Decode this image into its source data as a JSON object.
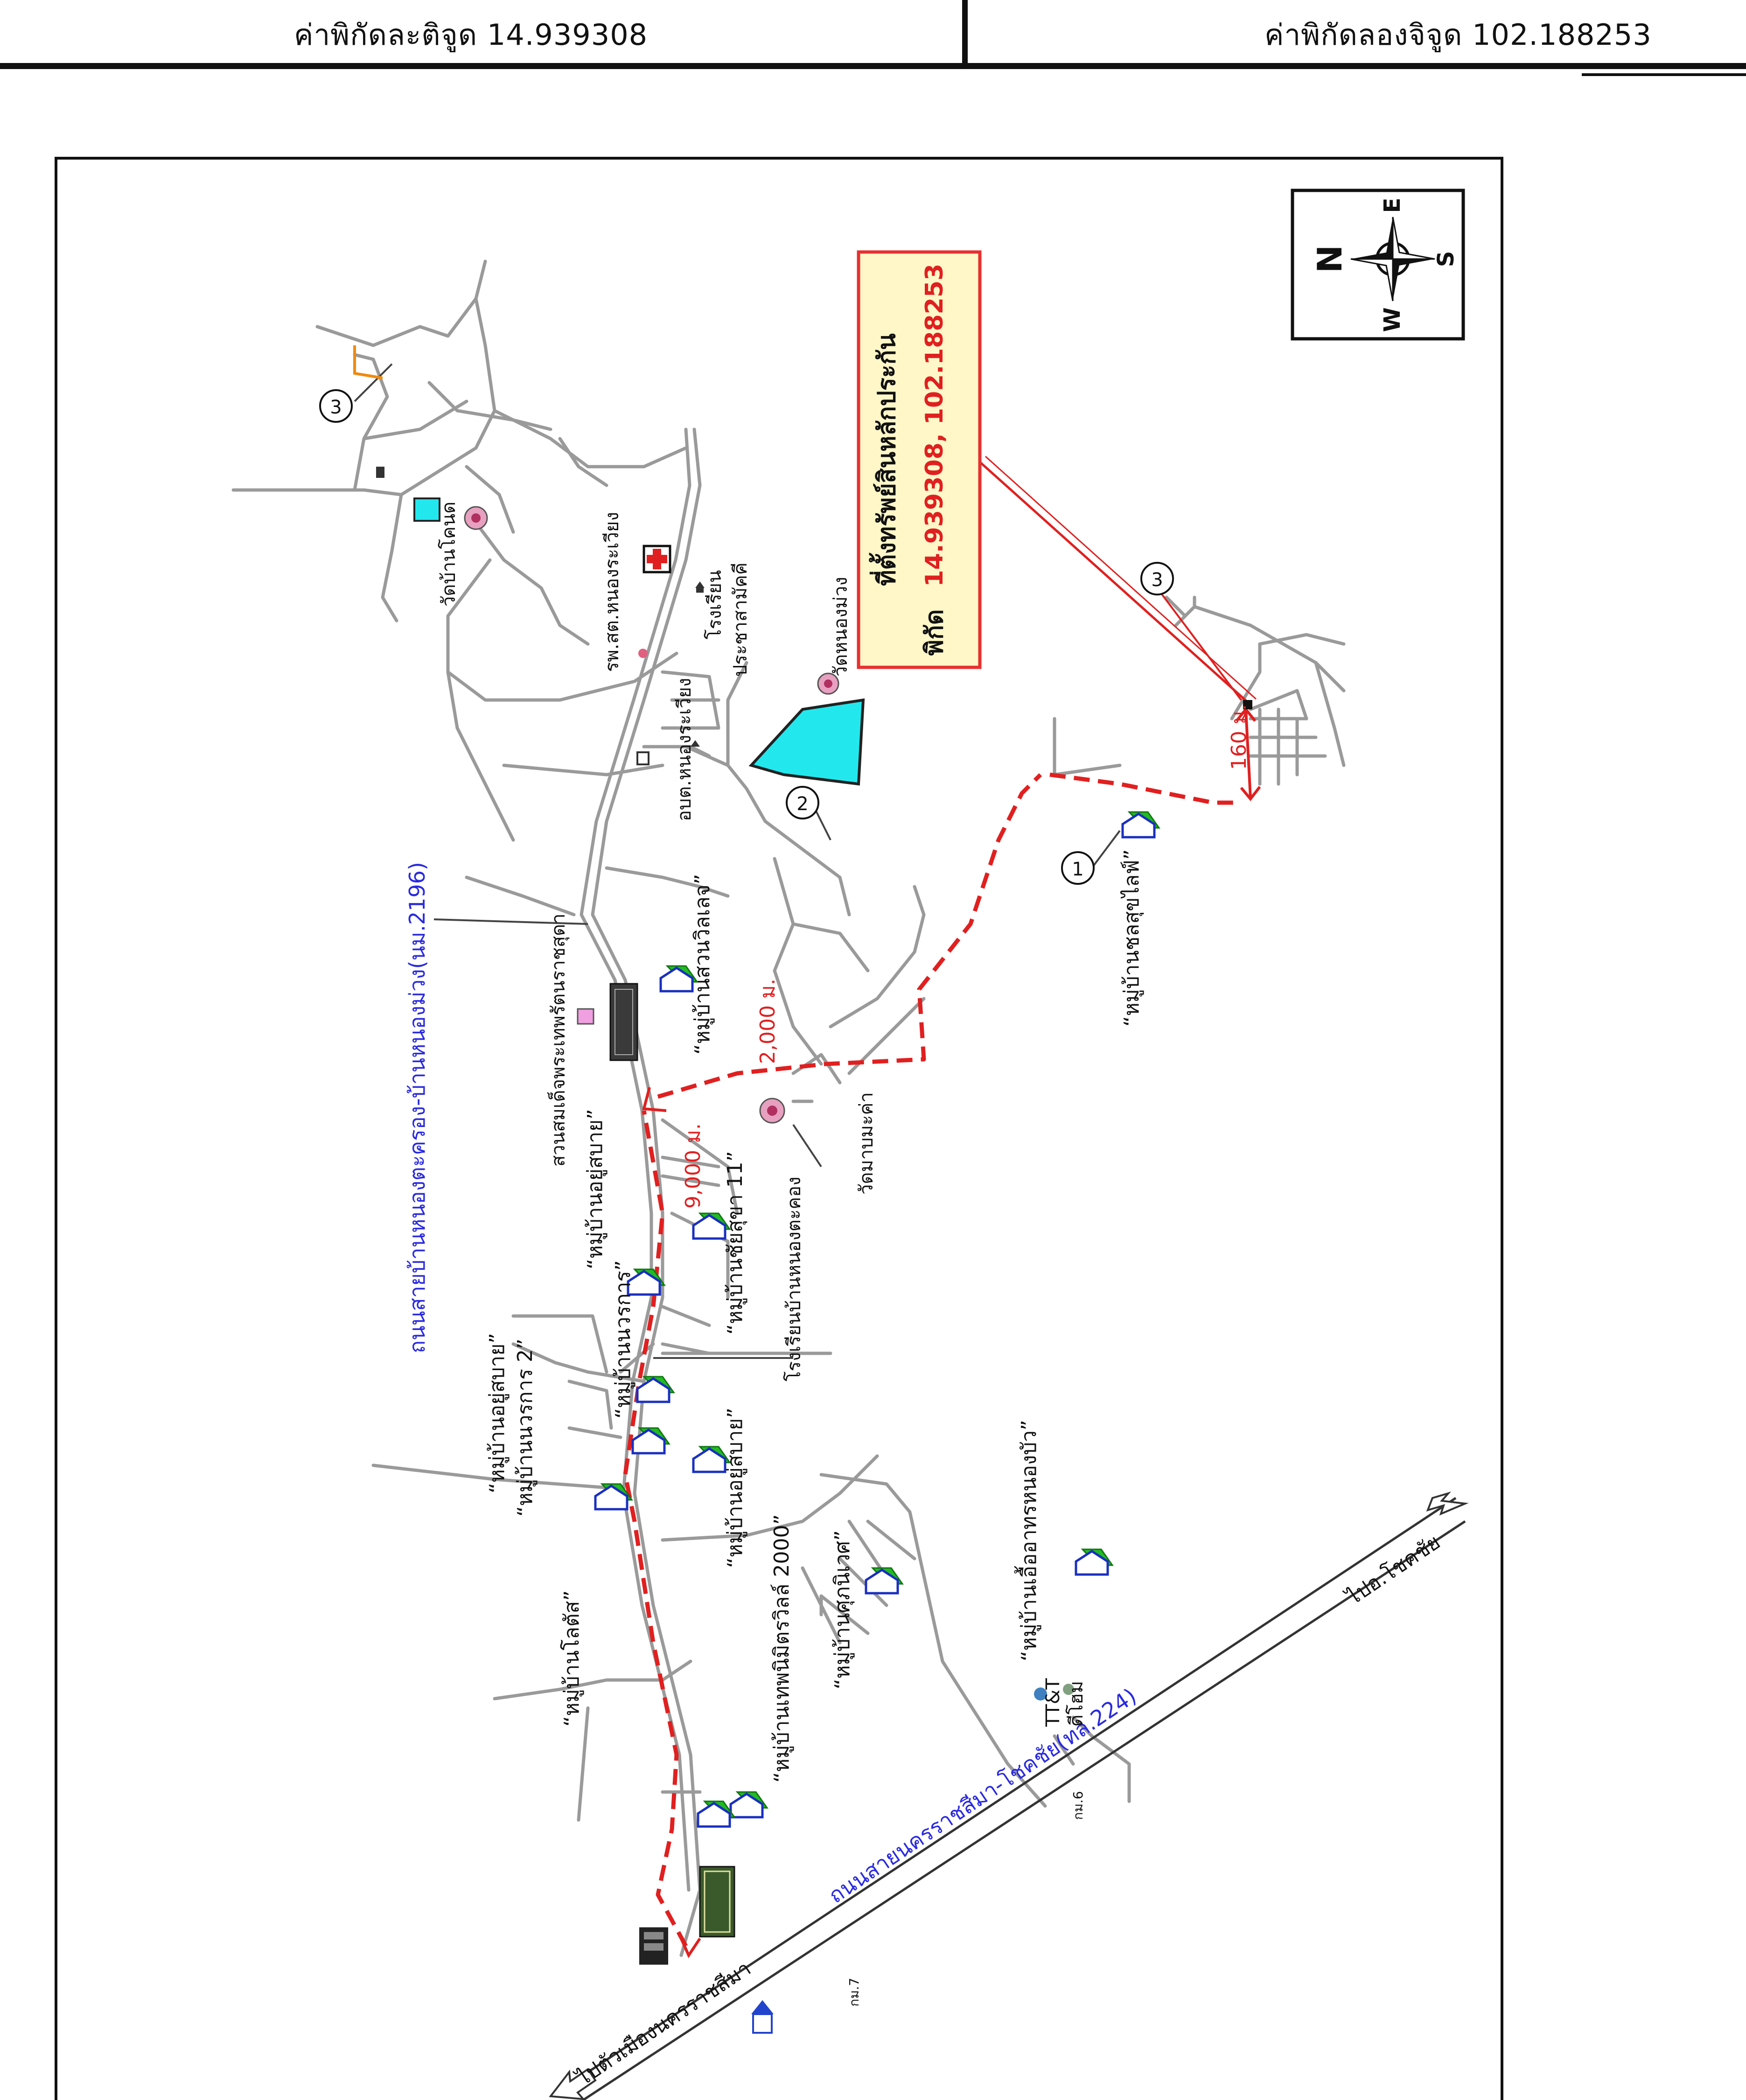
{
  "header": {
    "latitude_label": "ค่าพิกัดละติจูด 14.939308",
    "longitude_label": "ค่าพิกัดลองจิจูด 102.188253"
  },
  "compass": {
    "n": "N",
    "e": "E",
    "s": "S",
    "w": "W"
  },
  "location_box": {
    "title": "ที่ตั้งทรัพย์สินหลักประกัน",
    "coords_label": "พิกัด",
    "coords": "14.939308, 102.188253"
  },
  "distances": {
    "d9000": "9,000 ม.",
    "d2000": "2,000 ม.",
    "d160": "160 ม."
  },
  "markers": {
    "m1": "1",
    "m2": "2",
    "m3": "3"
  },
  "roads": {
    "road2196": "ถนนสายบ้านหนองตะครอง-บ้านหนองม่วง(นม.2196)",
    "road224": "ถนนสายนครราชสีมา-โชคชัย(ทล.224)",
    "to_city": "ไปตัวเมืองนครราชสีมา",
    "to_chokchai": "ไปอ.โชคชัย"
  },
  "places": {
    "wat_ban_khonot": "วัดบ้านโคนด",
    "rph_nongrawiang": "รพ.สต.หนองระเวียง",
    "rongrian": "โรงเรียน",
    "prachasamakkhi": "ประชาสามัคคี",
    "wat_nongmuang": "วัดหนองม่วง",
    "obt_nongrawiang": "อบต.หนองระเวียง",
    "suan_somdet": "สวนสมเด็จพระเทพรัตนราชสุดา",
    "wat_maha": "วัดมาบมะค่า",
    "rongrian_nongtakhong": "โรงเรียนบ้านหนองตะคอง",
    "tt_t": "TT&T",
    "km_tolam": "ดีโฮม",
    "km6": "กม.6",
    "km7": "กม.7"
  },
  "villages": {
    "v1": "“หมู่บ้านชลสุขไลฟ์”",
    "v2": "“หมู่บ้านสวนวิลเลจ”",
    "v3": "“หมู่บ้านอยู่สบาย”",
    "v4": "“หมู่บ้านชัยสุขา 11”",
    "v5": "“หมู่บ้านนวรการ”",
    "v6": "“หมู่บ้านอยู่สบาย”",
    "v7": "“หมู่บ้านนวรการ 2”",
    "v8": "“หมู่บ้านอยู่สบาย”",
    "v9": "“หมู่บ้านศุภนิเวศ”",
    "v10": "“หมู่บ้านเอื้ออาทรหนองบัว”",
    "v11": "“หมู่บ้านเทพนิมิตรวิลล์ 2000”",
    "v12": "“หมู่บ้านโลตัส”"
  },
  "colors": {
    "route": "#e02020",
    "road": "#9a9a9a",
    "pond": "#22e8ee",
    "label_blue": "#2a2ae0",
    "box_fill": "#fff7c8",
    "box_border": "#e83030",
    "house_green": "#22bb22"
  }
}
